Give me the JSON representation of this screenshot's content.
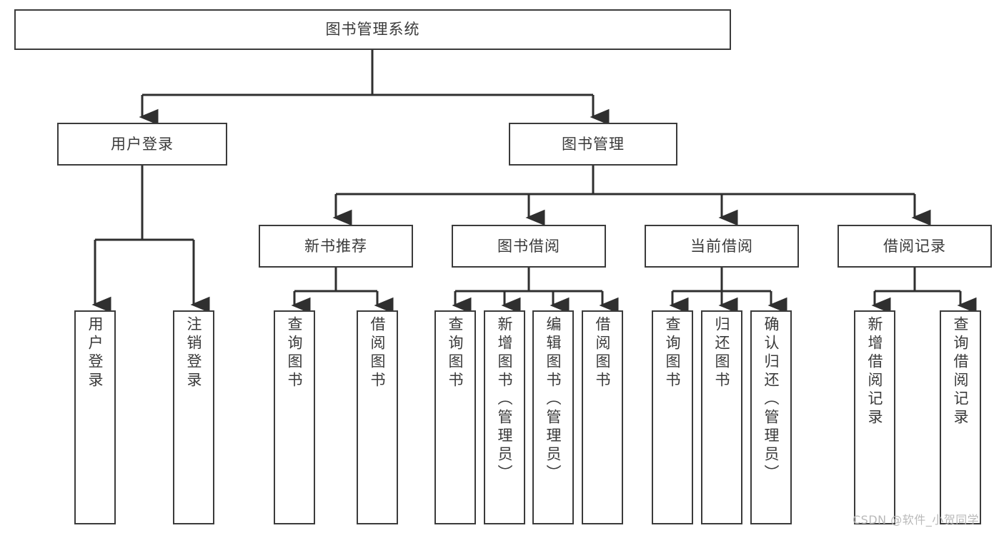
{
  "diagram": {
    "title_text": "图书管理系统",
    "watermark": "CSDN @软件_小贺同学",
    "colors": {
      "box_border": "#3b3b3b",
      "line": "#2f2f2f",
      "text": "#3a3a3a",
      "background": "#ffffff",
      "watermark": "#b9b9b9"
    },
    "nodes": {
      "root": {
        "label": "图书管理系统"
      },
      "level1": [
        {
          "id": "user-login",
          "label": "用户登录"
        },
        {
          "id": "book-management",
          "label": "图书管理"
        }
      ],
      "level2": [
        {
          "id": "new-book-recommend",
          "label": "新书推荐"
        },
        {
          "id": "book-borrow",
          "label": "图书借阅"
        },
        {
          "id": "current-borrow",
          "label": "当前借阅"
        },
        {
          "id": "borrow-record",
          "label": "借阅记录"
        }
      ],
      "leaves": {
        "user-login": [
          {
            "id": "leaf-user-login",
            "label": "用户登录"
          },
          {
            "id": "leaf-logout-login",
            "label": "注销登录"
          }
        ],
        "new-book-recommend": [
          {
            "id": "leaf-query-book-1",
            "label": "查询图书"
          },
          {
            "id": "leaf-borrow-book-1",
            "label": "借阅图书"
          }
        ],
        "book-borrow": [
          {
            "id": "leaf-query-book-2",
            "label": "查询图书"
          },
          {
            "id": "leaf-add-book-admin",
            "label": "新增图书（管理员）"
          },
          {
            "id": "leaf-edit-book-admin",
            "label": "编辑图书（管理员）"
          },
          {
            "id": "leaf-borrow-book-2",
            "label": "借阅图书"
          }
        ],
        "current-borrow": [
          {
            "id": "leaf-query-book-3",
            "label": "查询图书"
          },
          {
            "id": "leaf-return-book",
            "label": "归还图书"
          },
          {
            "id": "leaf-confirm-return-admin",
            "label": "确认归还（管理员）"
          }
        ],
        "borrow-record": [
          {
            "id": "leaf-add-borrow-record",
            "label": "新增借阅记录"
          },
          {
            "id": "leaf-query-borrow-record",
            "label": "查询借阅记录"
          }
        ]
      }
    }
  }
}
